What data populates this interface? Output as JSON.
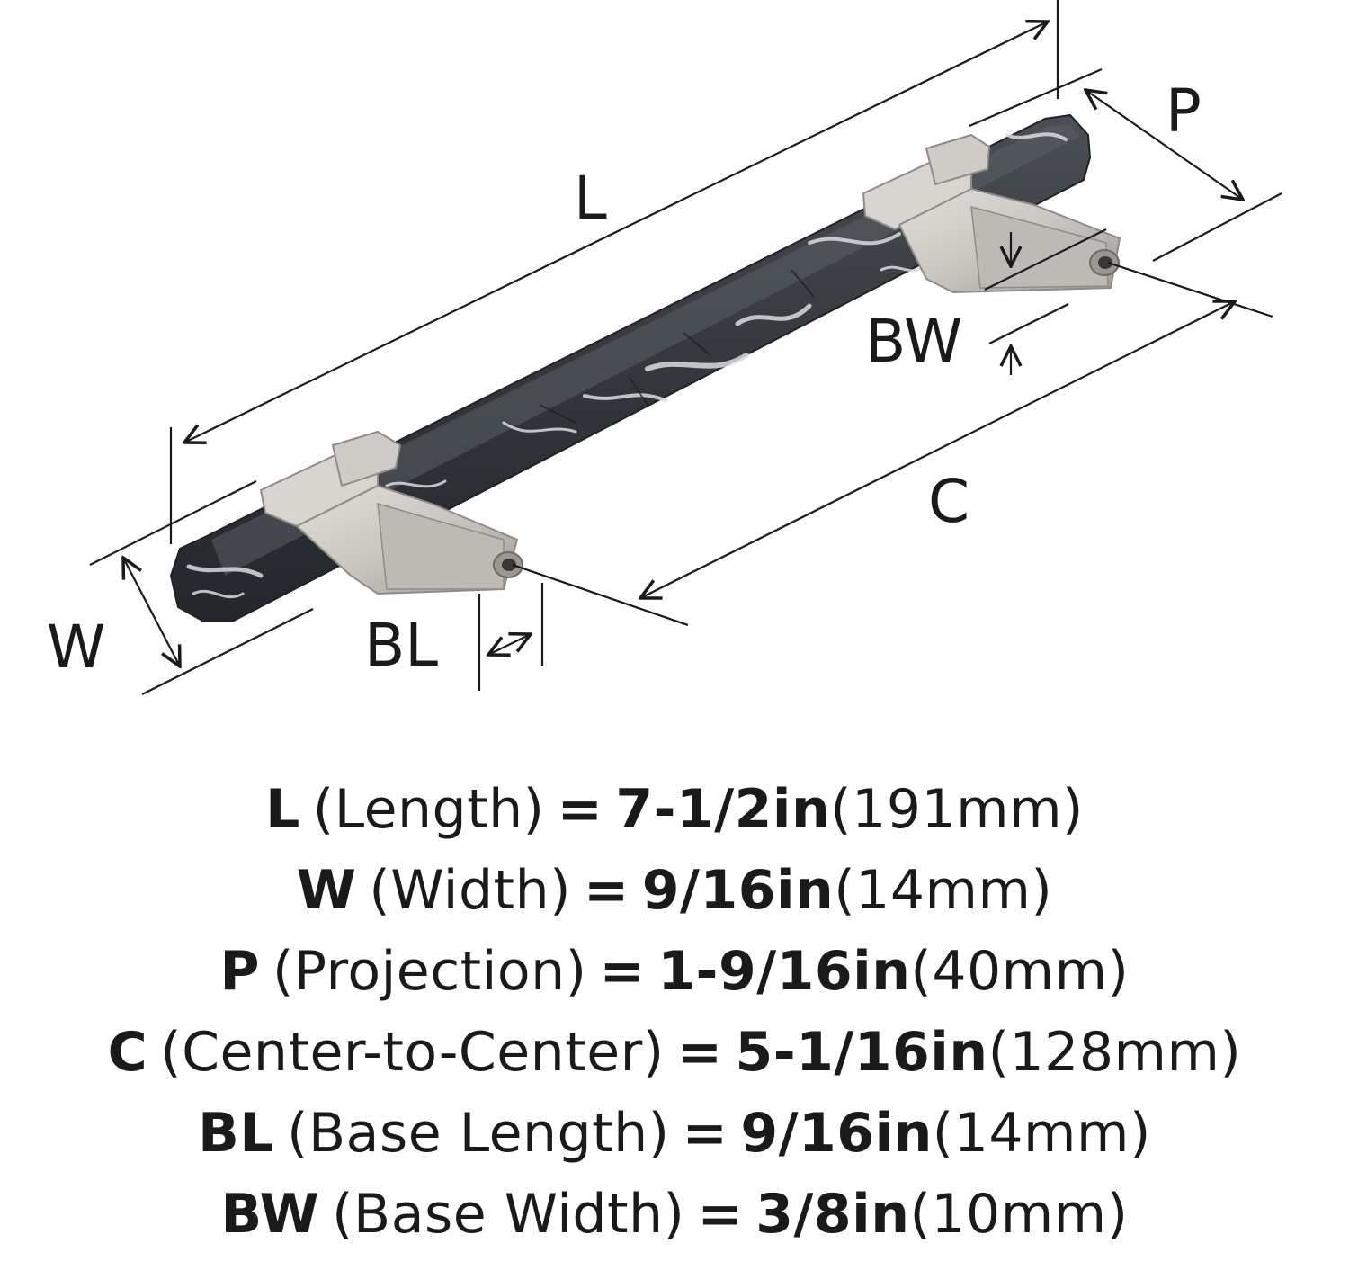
{
  "diagram": {
    "labels": {
      "length": "L",
      "projection": "P",
      "base_width": "BW",
      "center_to_center": "C",
      "width": "W",
      "base_length": "BL"
    },
    "colors": {
      "line": "#1a1a1a",
      "handle_dark": "#3b3f44",
      "handle_vein": "#d9dcdf",
      "base_metal": "#c9c6c1",
      "base_metal_dark": "#a29f9a"
    }
  },
  "specs": [
    {
      "code": "L",
      "name": "(Length)",
      "eq": "=",
      "inch": "7-1/2in",
      "mm": "(191mm)"
    },
    {
      "code": "W",
      "name": "(Width)",
      "eq": "=",
      "inch": "9/16in",
      "mm": "(14mm)"
    },
    {
      "code": "P",
      "name": "(Projection)",
      "eq": "=",
      "inch": "1-9/16in",
      "mm": "(40mm)"
    },
    {
      "code": "C",
      "name": "(Center-to-Center)",
      "eq": "=",
      "inch": "5-1/16in",
      "mm": "(128mm)"
    },
    {
      "code": "BL",
      "name": "(Base Length)",
      "eq": "=",
      "inch": "9/16in",
      "mm": "(14mm)"
    },
    {
      "code": "BW",
      "name": "(Base Width)",
      "eq": "=",
      "inch": "3/8in",
      "mm": "(10mm)"
    }
  ]
}
